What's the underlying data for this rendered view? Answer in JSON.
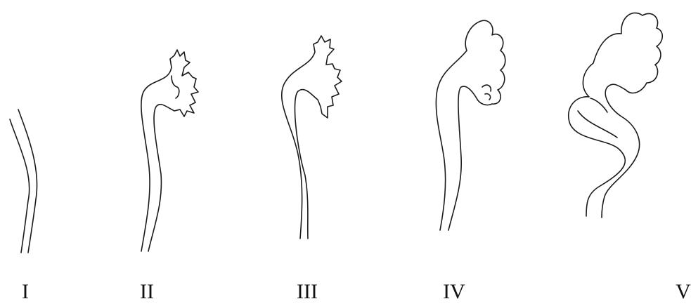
{
  "stages": [
    {
      "label": "I"
    },
    {
      "label": "II"
    },
    {
      "label": "III"
    },
    {
      "label": "IV"
    },
    {
      "label": "V"
    }
  ],
  "colors": {
    "line": "#1a1a1a",
    "background": "#ffffff"
  }
}
